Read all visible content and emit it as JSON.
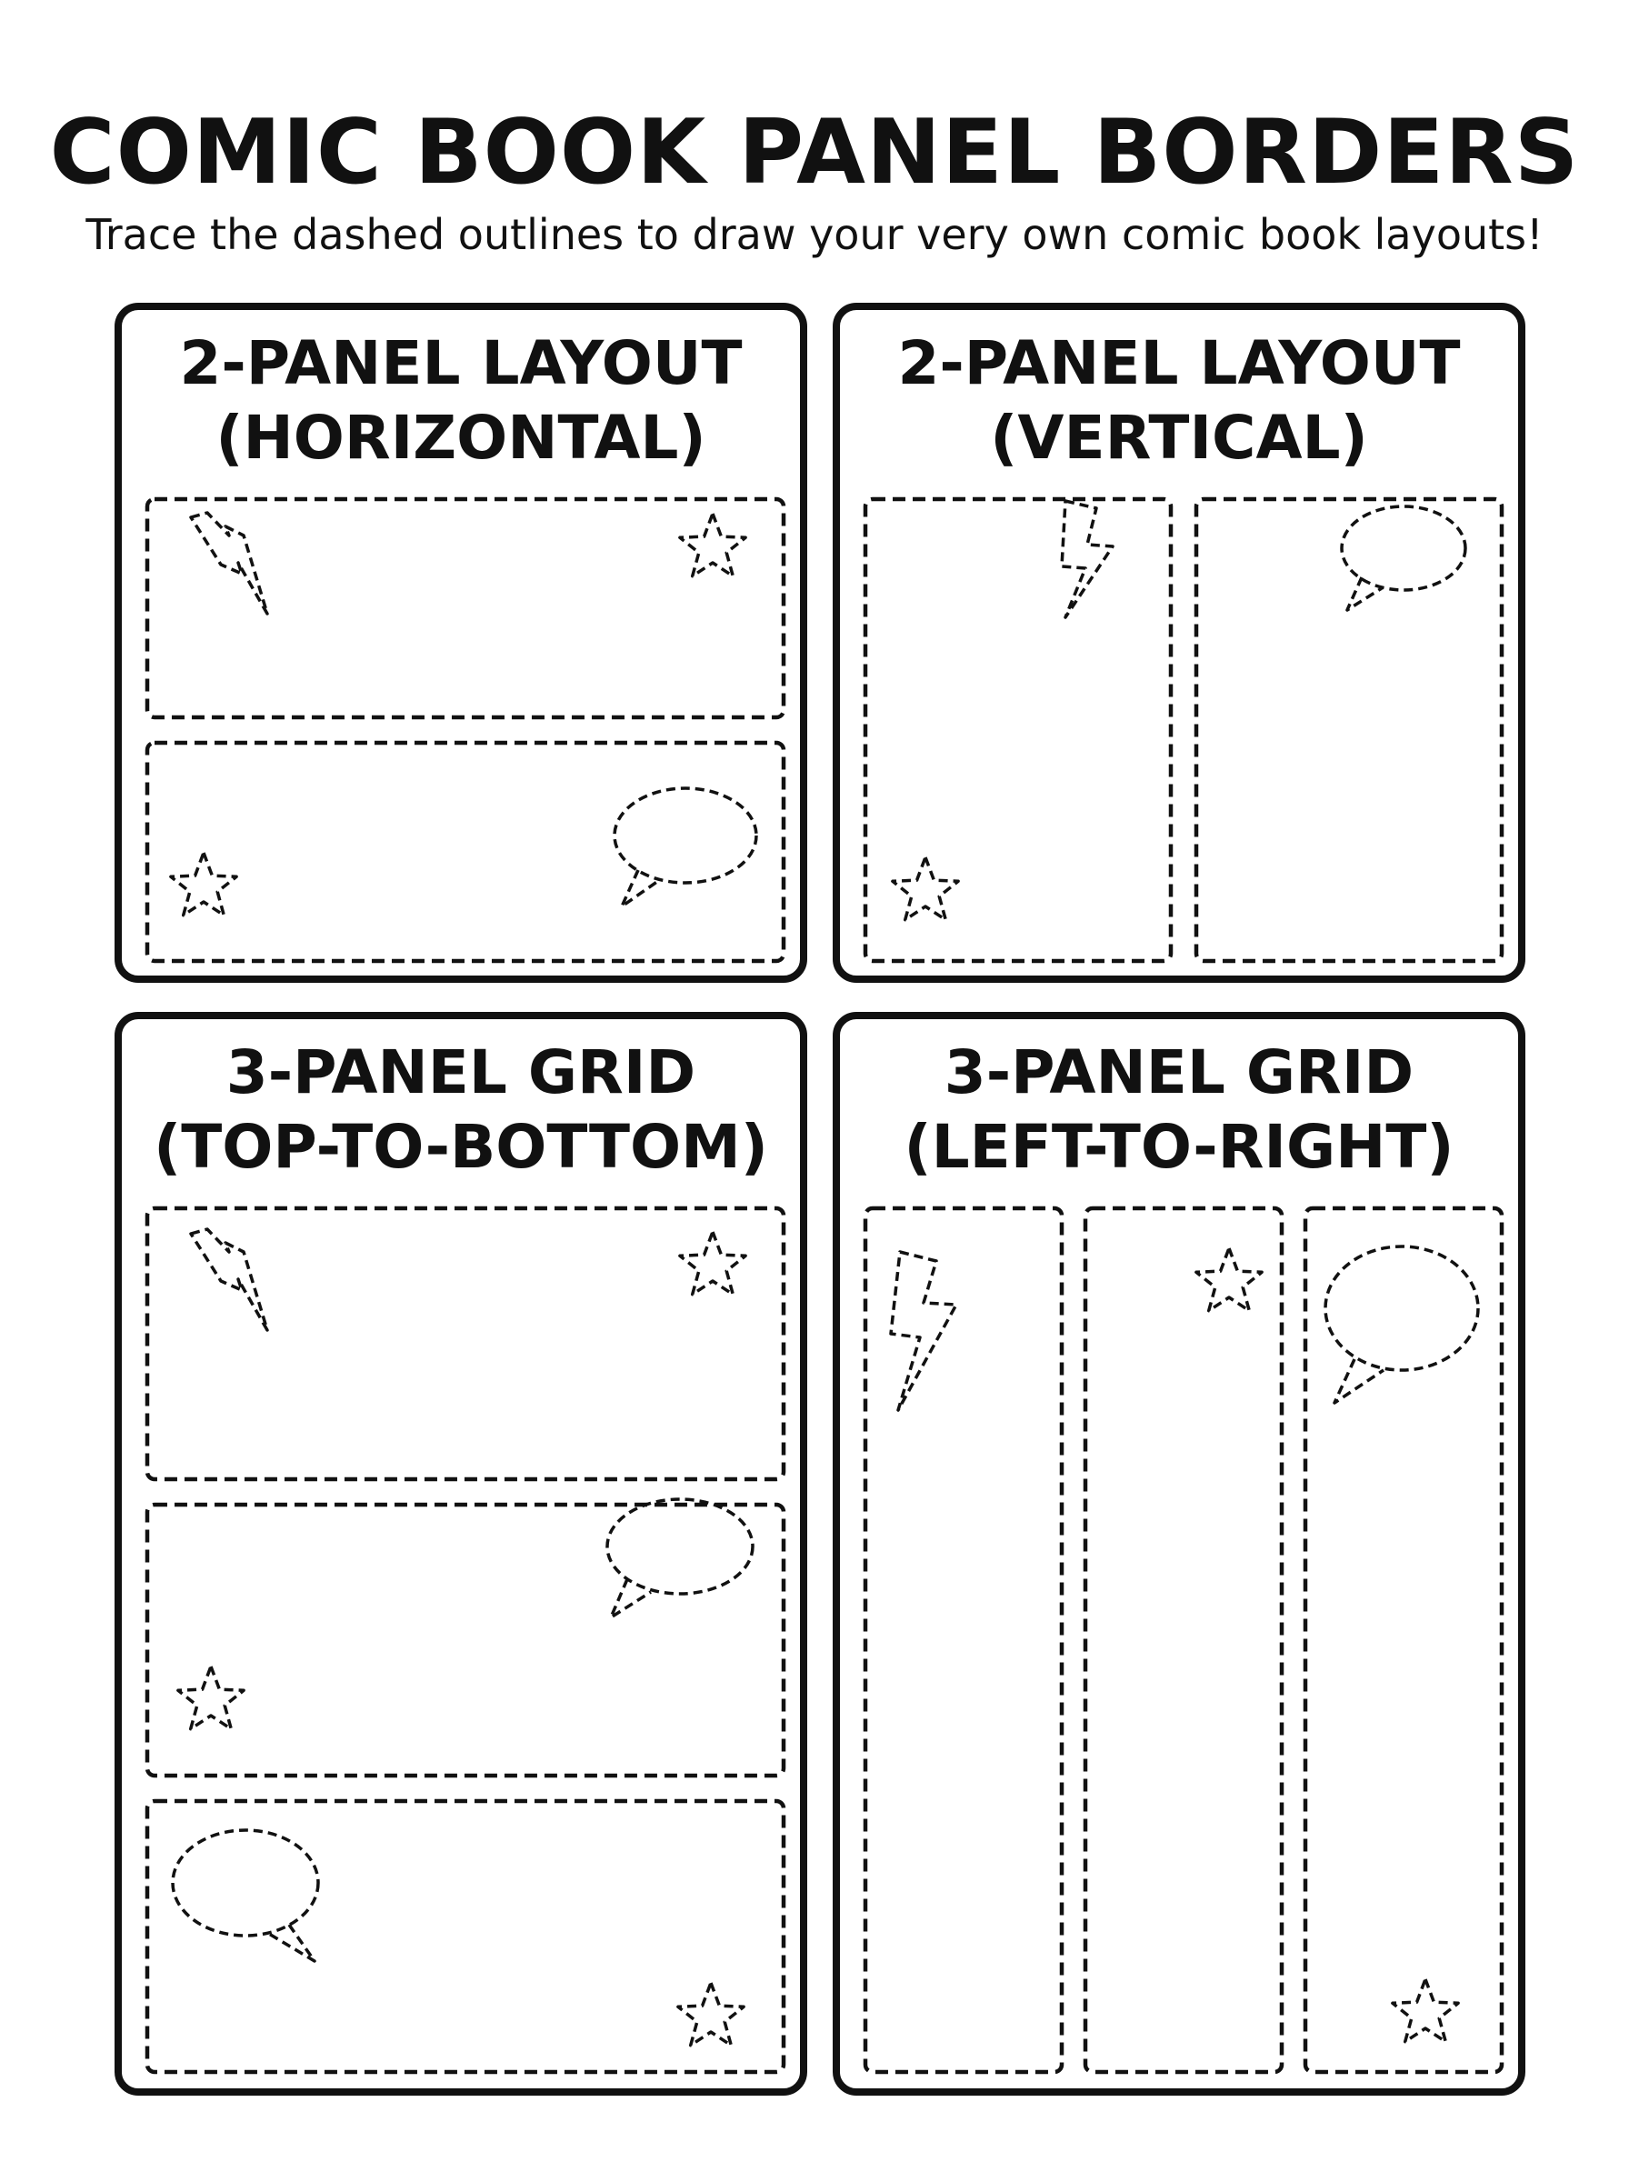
{
  "header": {
    "title": "COMIC BOOK PANEL BORDERS",
    "subtitle": "Trace the dashed outlines to draw your very own comic book layouts!"
  },
  "layouts": [
    {
      "title_line1": "2-PANEL LAYOUT",
      "title_line2": "(HORIZONTAL)",
      "panel_count": 2
    },
    {
      "title_line1": "2-PANEL LAYOUT",
      "title_line2": "(VERTICAL)",
      "panel_count": 2
    },
    {
      "title_line1": "3-PANEL GRID",
      "title_line2": "(TOP-TO-BOTTOM)",
      "panel_count": 3
    },
    {
      "title_line1": "3-PANEL GRID",
      "title_line2": "(LEFT-TO-RIGHT)",
      "panel_count": 3
    }
  ],
  "doodle_icons": [
    "lightning-bolt-icon",
    "star-icon",
    "speech-bubble-icon"
  ],
  "colors": {
    "ink": "#111111",
    "paper": "#ffffff"
  }
}
